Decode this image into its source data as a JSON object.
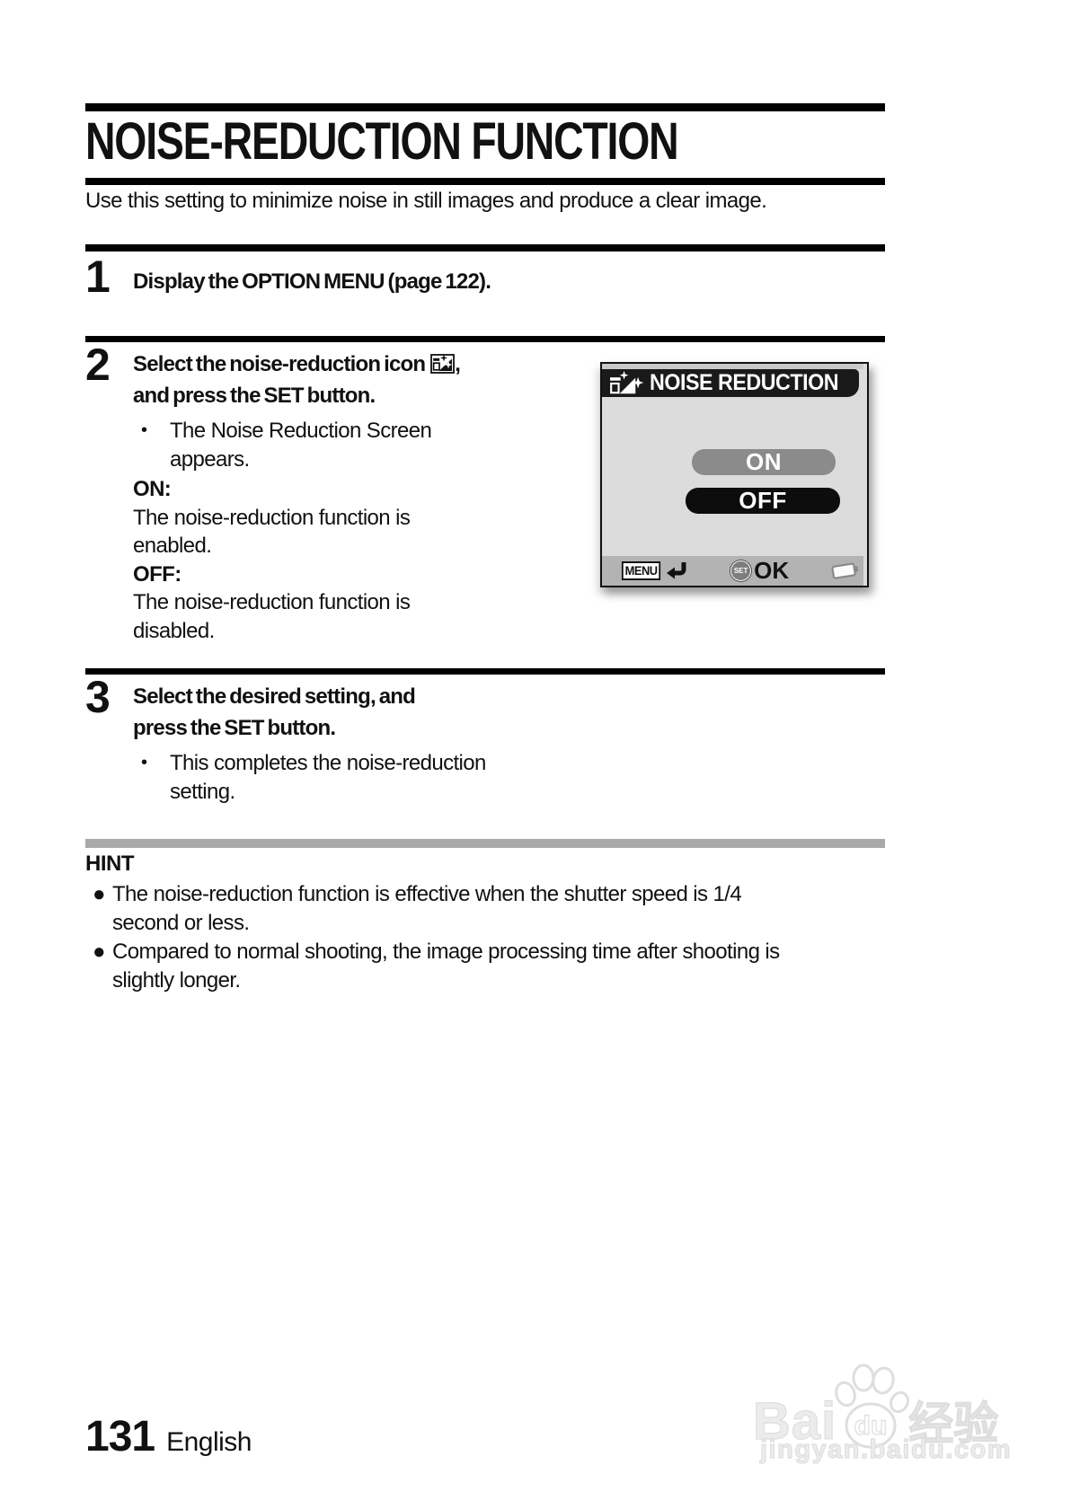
{
  "document": {
    "title": "NOISE-REDUCTION FUNCTION",
    "intro": "Use this setting to minimize noise in still images and produce a clear image.",
    "page_number": "131",
    "language_label": "English"
  },
  "steps": [
    {
      "number": "1",
      "heading": "Display the OPTION MENU (page 122)."
    },
    {
      "number": "2",
      "heading_pre_icon": "Select the noise-reduction icon",
      "heading_post_icon": ",",
      "heading_line2": "and press the SET button.",
      "bullet": [
        "The Noise Reduction Screen",
        "appears."
      ],
      "on_label": "ON:",
      "on_desc": [
        "The noise-reduction function is",
        "enabled."
      ],
      "off_label": "OFF:",
      "off_desc": [
        "The noise-reduction function is",
        "disabled."
      ]
    },
    {
      "number": "3",
      "heading": [
        "Select the desired setting, and",
        "press the SET button."
      ],
      "bullet": [
        "This completes the noise-reduction",
        "setting."
      ]
    }
  ],
  "camera_screen": {
    "title": "NOISE REDUCTION",
    "on_button": "ON",
    "off_button": "OFF",
    "menu_label": "MENU",
    "set_label": "SET",
    "ok_label": "OK",
    "colors": {
      "header_bg": "#1a1a1a",
      "body_bg": "#dcdcdc",
      "footer_bg": "#b3b3b3",
      "on_button_bg": "#8b8b8b",
      "off_button_bg": "#0d0d0d"
    }
  },
  "hint": {
    "title": "HINT",
    "bullets": [
      [
        "The noise-reduction function is effective when the shutter speed is 1/4",
        "second or less."
      ],
      [
        "Compared to normal shooting, the image processing time after shooting is",
        "slightly longer."
      ]
    ]
  },
  "watermark": {
    "brand_latin": "Bai",
    "brand_paw_text": "du",
    "brand_zh": "经验",
    "url": "jingyan.baidu.com"
  }
}
